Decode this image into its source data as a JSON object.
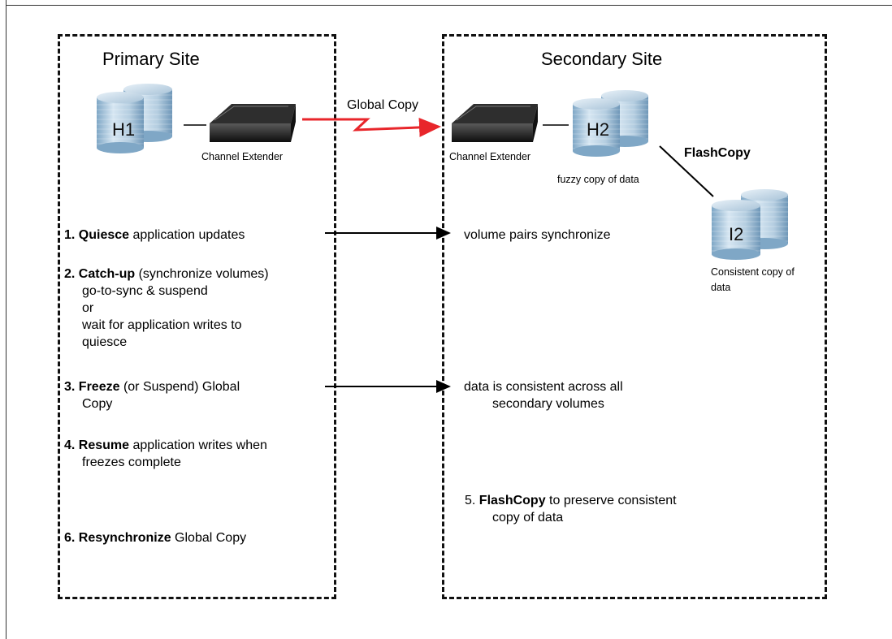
{
  "primary": {
    "title": "Primary Site",
    "storage_label": "H1",
    "extender_label": "Channel Extender"
  },
  "secondary": {
    "title": "Secondary Site",
    "storage_label": "H2",
    "extender_label": "Channel Extender",
    "fuzzy_label": "fuzzy copy of data",
    "flashcopy_label": "FlashCopy",
    "target_label": "I2",
    "consistent_line1": "Consistent copy of",
    "consistent_line2": "data"
  },
  "link_label": "Global Copy",
  "steps": {
    "s1": {
      "num": "1.",
      "bold": "Quiesce",
      "rest": " application updates"
    },
    "s2": {
      "num": "2.",
      "bold": "Catch-up",
      "rest": " (synchronize volumes)",
      "l2": "go-to-sync  & suspend",
      "l3": "or",
      "l4": "wait for application writes to",
      "l5": "quiesce"
    },
    "s3": {
      "num": "3.",
      "bold": "Freeze",
      "rest": " (or Suspend) Global",
      "l2": "Copy"
    },
    "s4": {
      "num": "4.",
      "bold": "Resume",
      "rest": " application writes when",
      "l2": "freezes complete"
    },
    "s5": {
      "num": "5.",
      "bold": "FlashCopy",
      "rest": " to preserve consistent",
      "l2": "copy of data"
    },
    "s6": {
      "num": "6.",
      "bold": "Resynchronize",
      "rest": " Global Copy"
    }
  },
  "results": {
    "r1": "volume pairs synchronize",
    "r3_l1": "data is consistent across all",
    "r3_l2": "secondary volumes"
  },
  "colors": {
    "link": "#e8262b",
    "arrow": "#000000",
    "cylinder": "#a9c6dd"
  }
}
